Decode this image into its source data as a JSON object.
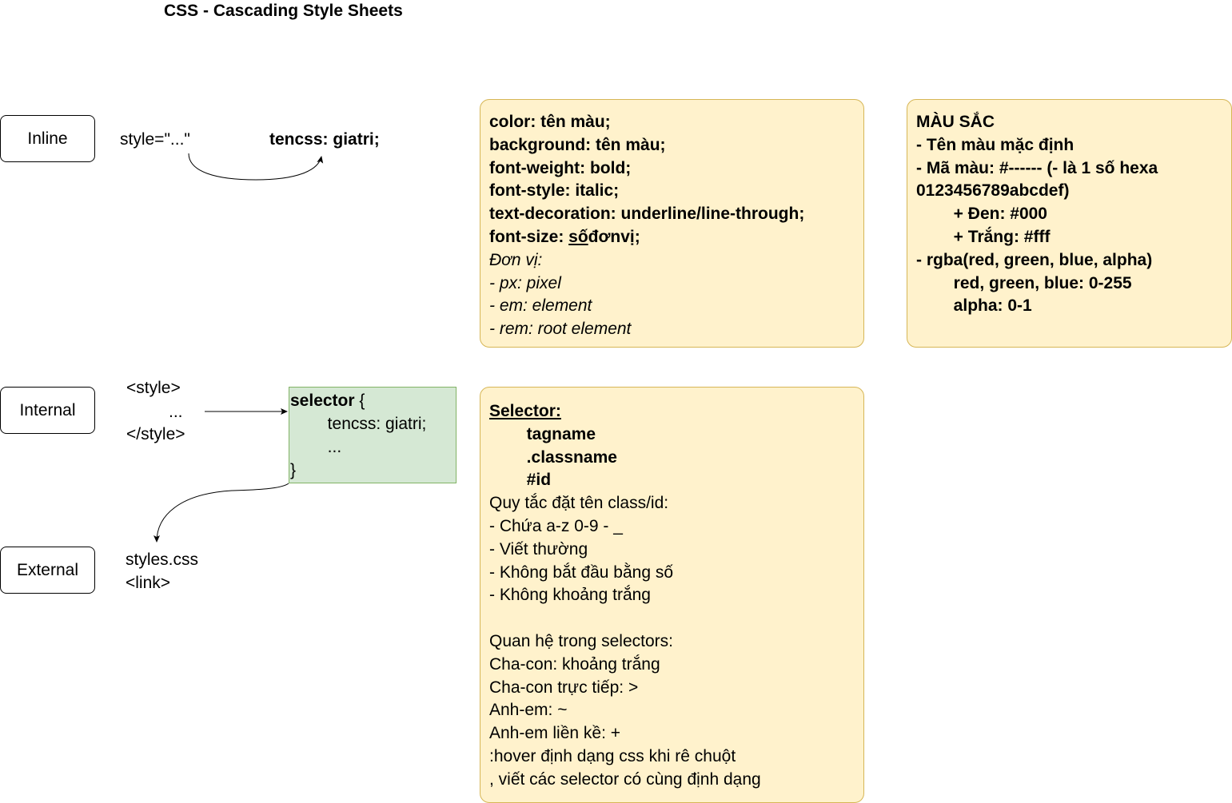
{
  "title": "CSS - Cascading Style Sheets",
  "methods": {
    "inline": "Inline",
    "internal": "Internal",
    "external": "External"
  },
  "inline_example": {
    "attr": "style=\"...\"",
    "rule": "tencss: giatri;"
  },
  "internal_example": {
    "open": "<style>",
    "dots": "...",
    "close": "</style>"
  },
  "selector_block": {
    "selector": "selector",
    "open_brace": " {",
    "line2": "        tencss: giatri;",
    "line3": "        ...",
    "close_brace": "}"
  },
  "external_example": {
    "file": "styles.css",
    "link": "<link>"
  },
  "properties_note": {
    "l1": "color: tên màu;",
    "l2": "background: tên màu;",
    "l3": "font-weight: bold;",
    "l4": "font-style: italic;",
    "l5": "text-decoration: underline/line-through;",
    "l6_prefix": "font-size: ",
    "l6_under": "số",
    "l6_suffix": "đơnvị;",
    "l7": "Đơn vị:",
    "l8": "- px: pixel",
    "l9": "- em: element",
    "l10": "- rem: root element"
  },
  "color_note": {
    "l1": "MÀU SẮC",
    "l2": "- Tên màu mặc định",
    "l3": "- Mã màu: #------ (- là 1 số hexa",
    "l4": "0123456789abcdef)",
    "l5": "        + Đen: #000",
    "l6": "        + Trắng: #fff",
    "l7": "- rgba(red, green, blue, alpha)",
    "l8": "        red, green, blue: 0-255",
    "l9": "        alpha: 0-1"
  },
  "selector_note": {
    "heading": "Selector:",
    "s1": "        tagname",
    "s2": "        .classname",
    "s3": "        #id",
    "r0": "Quy tắc đặt tên class/id:",
    "r1": "- Chứa a-z 0-9 - _",
    "r2": "- Viết thường",
    "r3": "- Không bắt đầu bằng số",
    "r4": "- Không khoảng trắng",
    "q0": "Quan hệ trong selectors:",
    "q1": "Cha-con: khoảng trắng",
    "q2": "Cha-con trực tiếp: >",
    "q3": "Anh-em: ~",
    "q4": "Anh-em liền kề: +",
    "q5": ":hover định dạng css khi rê chuột",
    "q6": ", viết các selector có cùng định dạng"
  },
  "colors": {
    "note_fill": "#fff2cc",
    "note_stroke": "#d6b656",
    "green_fill": "#d5e8d4",
    "green_stroke": "#82b366"
  }
}
